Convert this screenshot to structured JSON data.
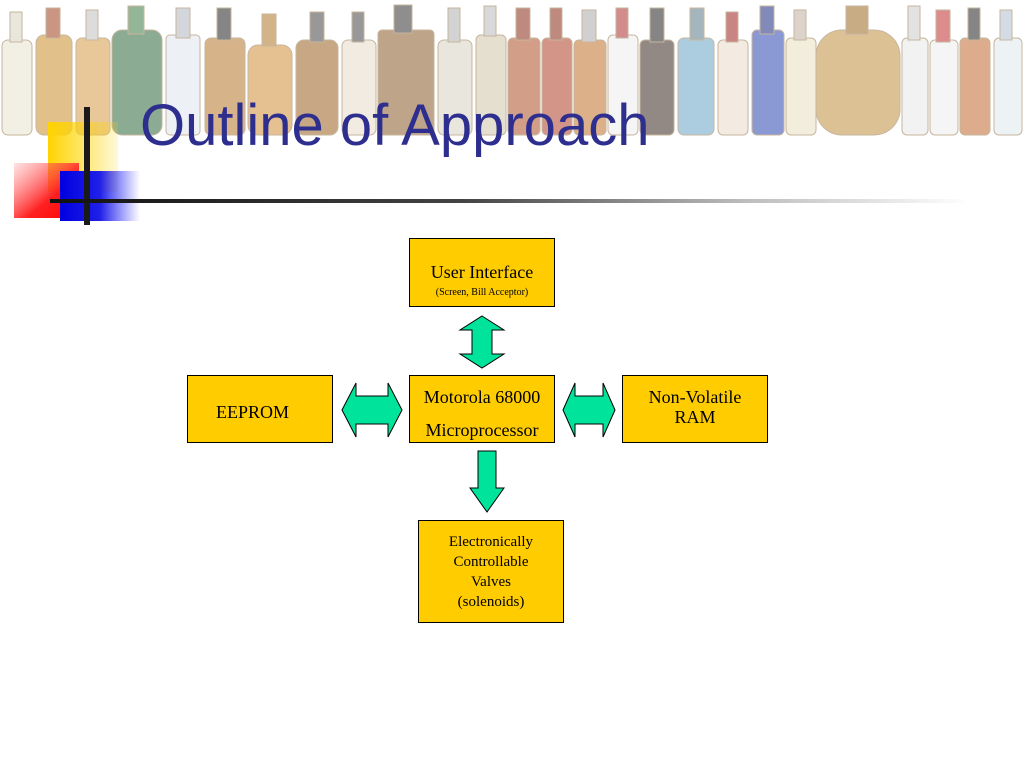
{
  "slide": {
    "title": "Outline of Approach"
  },
  "diagram": {
    "user_interface": {
      "title": "User Interface",
      "subtitle": "(Screen, Bill Acceptor)"
    },
    "processor": {
      "line1": "Motorola 68000",
      "line2": "Microprocessor"
    },
    "eeprom": {
      "label": "EEPROM"
    },
    "ram": {
      "line1": "Non-Volatile",
      "line2": "RAM"
    },
    "valves": {
      "line1": "Electronically",
      "line2": "Controllable",
      "line3": "Valves",
      "line4": "(solenoids)"
    }
  },
  "colors": {
    "title": "#2e2e8f",
    "box_fill": "#ffcc00",
    "arrow_fill": "#00e39a"
  }
}
